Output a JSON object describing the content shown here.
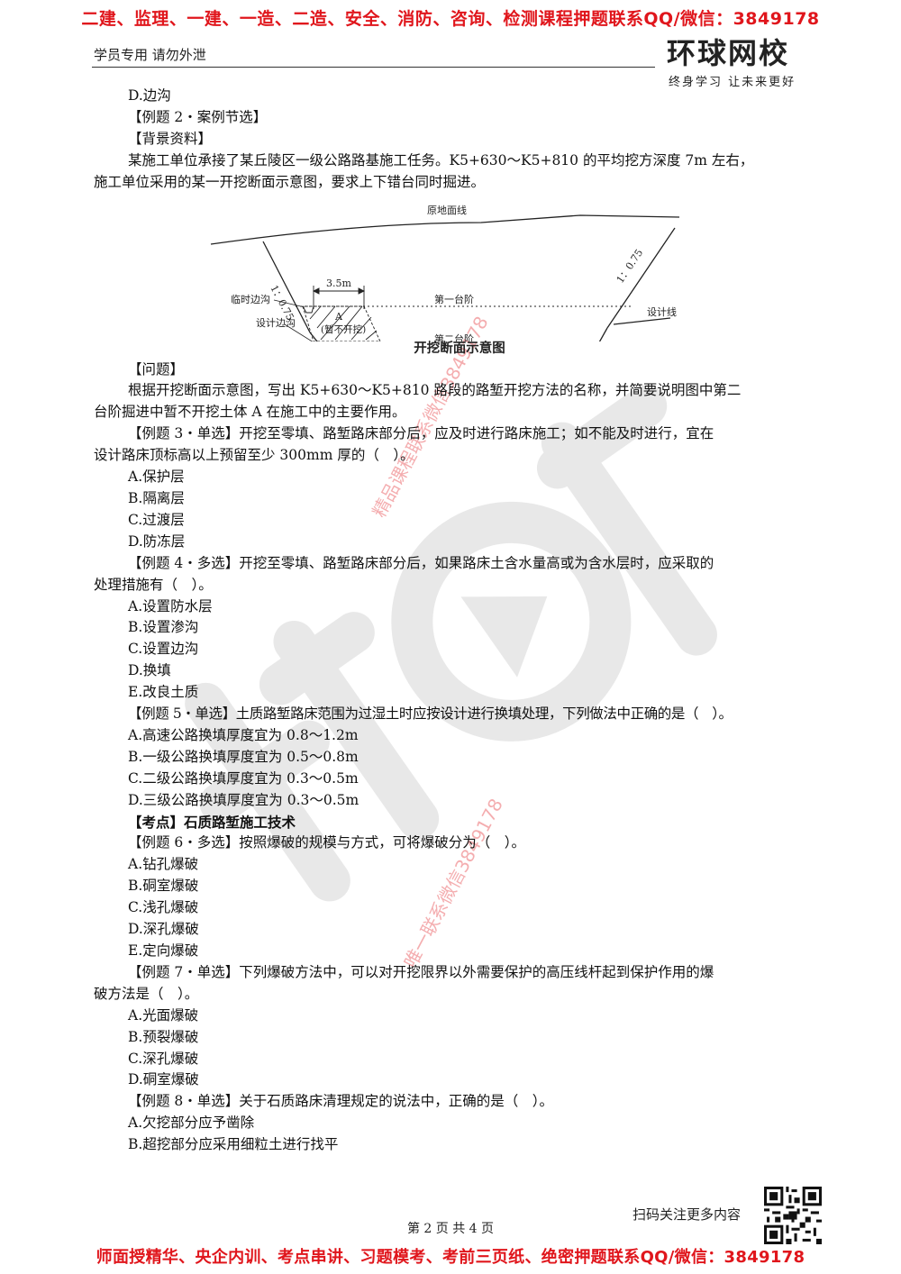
{
  "banner": {
    "top": "二建、监理、一建、一造、二造、安全、消防、咨询、检测课程押题联系QQ/微信：3849178",
    "bottom": "师面授精华、央企内训、考点串讲、习题模考、考前三页纸、绝密押题联系QQ/微信：3849178"
  },
  "header": {
    "note": "学员专用 请勿外泄",
    "logo_text": "环球网校",
    "logo_slogan": "终身学习 让未来更好"
  },
  "watermark": {
    "line1": "精品课程联系微信3849178",
    "line2": "唯一联系微信3849178"
  },
  "content": {
    "l01": "D.边沟",
    "l02": "【例题 2・案例节选】",
    "l03": "【背景资料】",
    "l04": "某施工单位承接了某丘陵区一级公路路基施工任务。K5+630～K5+810 的平均挖方深度 7m 左右，",
    "l05": "施工单位采用的某一开挖断面示意图，要求上下错台同时掘进。",
    "l06": "【问题】",
    "l07": "根据开挖断面示意图，写出 K5+630～K5+810 路段的路堑开挖方法的名称，并简要说明图中第二",
    "l08": "台阶掘进中暂不开挖土体 A 在施工中的主要作用。",
    "l09": "【例题 3・单选】开挖至零填、路堑路床部分后，应及时进行路床施工；如不能及时进行，宜在",
    "l10": "设计路床顶标高以上预留至少 300mm 厚的（　）。",
    "l11": "A.保护层",
    "l12": "B.隔离层",
    "l13": "C.过渡层",
    "l14": "D.防冻层",
    "l15": "【例题 4・多选】开挖至零填、路堑路床部分后，如果路床土含水量高或为含水层时，应采取的",
    "l16": "处理措施有（　）。",
    "l17": "A.设置防水层",
    "l18": "B.设置渗沟",
    "l19": "C.设置边沟",
    "l20": "D.换填",
    "l21": "E.改良土质",
    "l22": "【例题 5・单选】土质路堑路床范围为过湿土时应按设计进行换填处理，下列做法中正确的是（　）。",
    "l23": "A.高速公路换填厚度宜为 0.8～1.2m",
    "l24": "B.一级公路换填厚度宜为 0.5～0.8m",
    "l25": "C.二级公路换填厚度宜为 0.3～0.5m",
    "l26": "D.三级公路换填厚度宜为 0.3～0.5m",
    "l27": "【考点】石质路堑施工技术",
    "l28": "【例题 6・多选】按照爆破的规模与方式，可将爆破分为（　）。",
    "l29": "A.钻孔爆破",
    "l30": "B.硐室爆破",
    "l31": "C.浅孔爆破",
    "l32": "D.深孔爆破",
    "l33": "E.定向爆破",
    "l34": "【例题 7・单选】下列爆破方法中，可以对开挖限界以外需要保护的高压线杆起到保护作用的爆",
    "l35": "破方法是（　）。",
    "l36": "A.光面爆破",
    "l37": "B.预裂爆破",
    "l38": "C.深孔爆破",
    "l39": "D.硐室爆破",
    "l40": "【例题 8・单选】关于石质路床清理规定的说法中，正确的是（　）。",
    "l41": "A.欠挖部分应予凿除",
    "l42": "B.超挖部分应采用细粒土进行找平"
  },
  "figure": {
    "original_ground": "原地面线",
    "slope_left": "1：0.75",
    "slope_right": "1：0.75",
    "width_label": "3.5m",
    "temp_ditch": "临时边沟",
    "design_ditch": "设计边沟",
    "soil_a": "A",
    "soil_a_note": "(暂不开挖)",
    "step_one": "第一台阶",
    "step_two": "第二台阶",
    "design_line": "设计线",
    "caption": "开挖断面示意图"
  },
  "footer": {
    "page": "第 2 页 共 4 页",
    "qr_label": "扫码关注更多内容"
  }
}
